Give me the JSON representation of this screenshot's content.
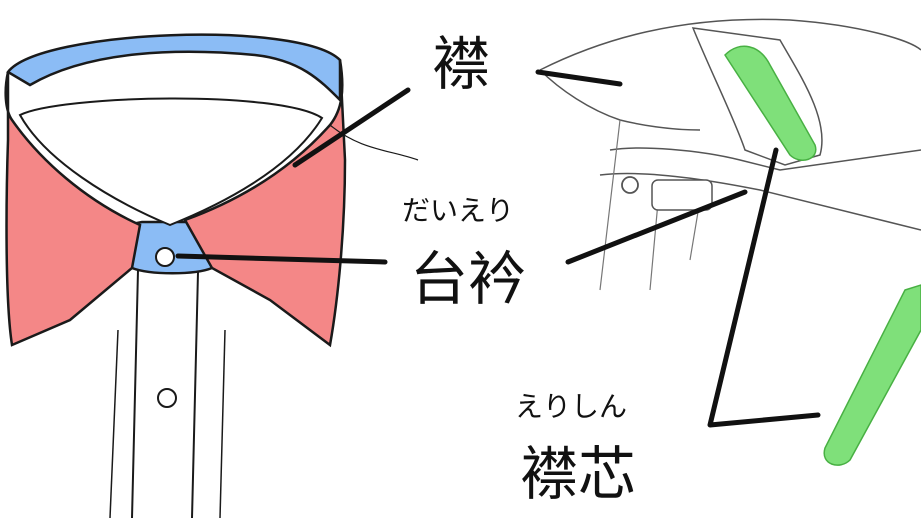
{
  "labels": {
    "eri": {
      "text": "襟"
    },
    "daieri": {
      "text": "台衿",
      "reading": "だいえり"
    },
    "erishin": {
      "text": "襟芯",
      "reading": "えりしん"
    }
  },
  "colors": {
    "collar_fill": "#f48787",
    "collar_stand_fill": "#8bbcf5",
    "interlining_fill": "#7fe07a",
    "outline": "#1a1a1a",
    "sketch_line": "#555555",
    "background": "#ffffff"
  }
}
